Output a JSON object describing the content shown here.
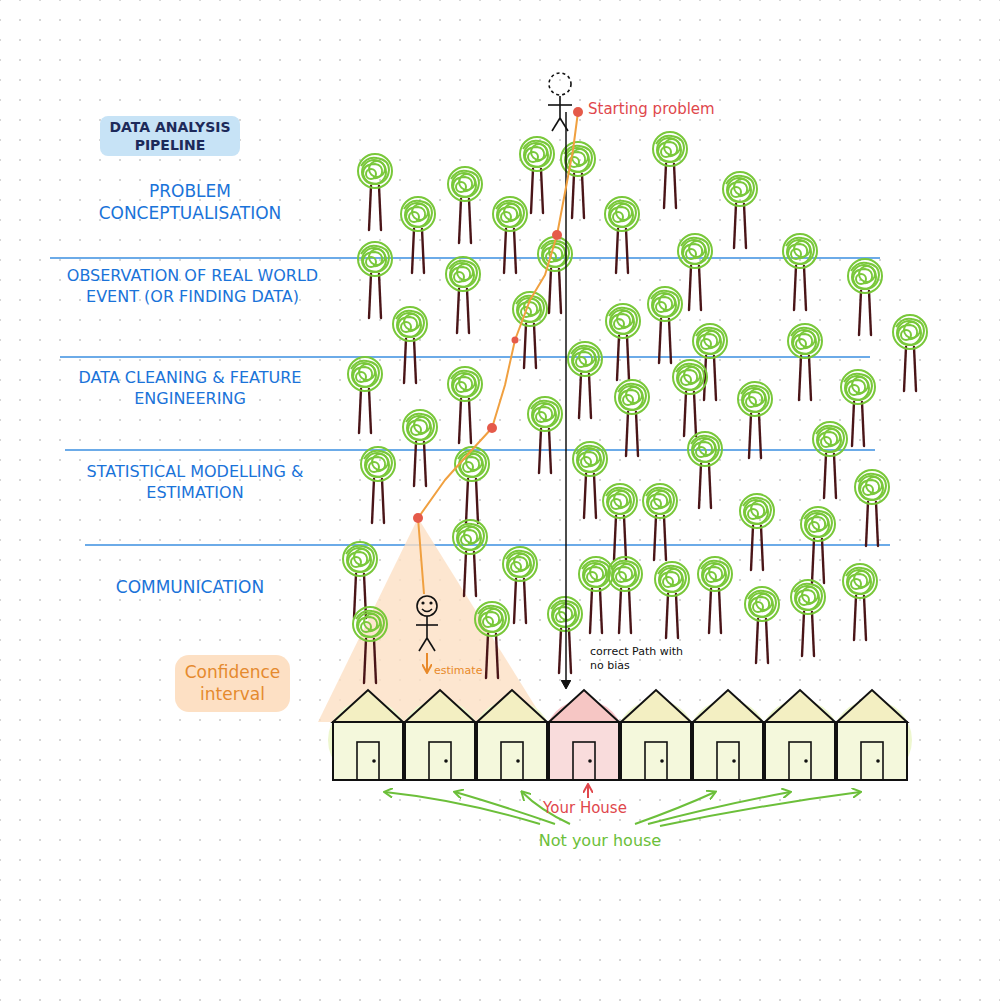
{
  "diagram": {
    "title": "DATA ANALYSIS PIPELINE",
    "nodes": [
      {
        "text": [
          "Confidence interval"
        ]
      }
    ],
    "labels": [
      "PROBLEM CONCEPTUALISATION",
      "OBSERVATION OF REAL WORLD EVENT (OR FINDING DATA)",
      "DATA CLEANING & FEATURE ENGINEERING",
      "STATISTICAL MODELLING & ESTIMATION",
      "COMMUNICATION",
      "Starting problem",
      "correct Path with no bias",
      "estimate",
      "Your House",
      "Not your house"
    ]
  }
}
